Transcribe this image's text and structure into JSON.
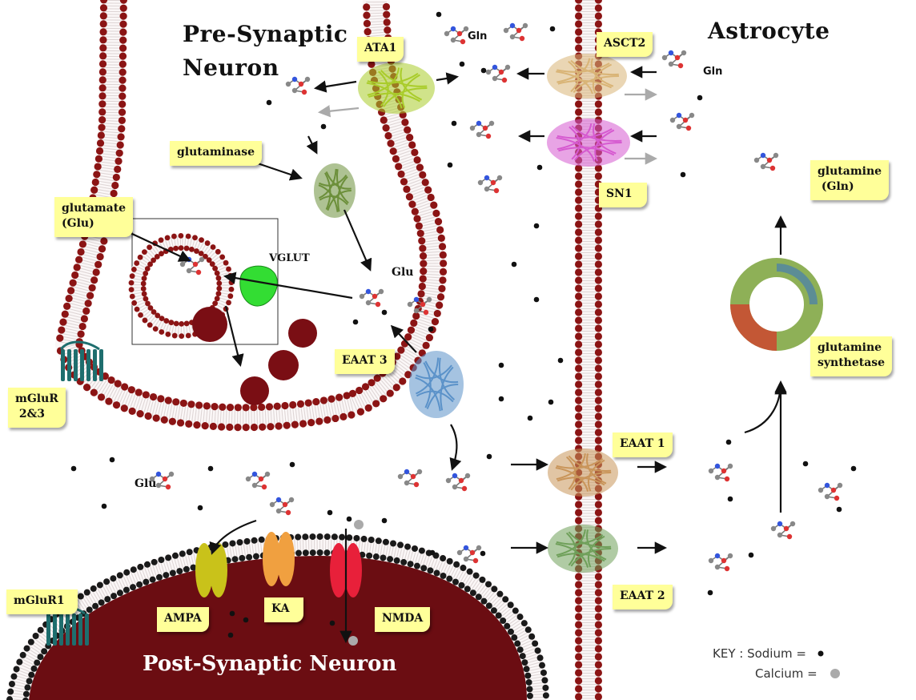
{
  "titles": {
    "pre_synaptic": "Pre-Synaptic\nNeuron",
    "astrocyte": "Astrocyte",
    "post_synaptic": "Post-Synaptic Neuron"
  },
  "callouts": {
    "ata1": "ATA1",
    "asct2": "ASCT2",
    "sn1": "SN1",
    "glutaminase": "glutaminase",
    "glutamate": "glutamate\n(Glu)",
    "eaat3": "EAAT 3",
    "eaat1": "EAAT 1",
    "eaat2": "EAAT 2",
    "glutamine": "glutamine\n (Gln)",
    "glutamine_synthetase": "glutamine\nsynthetase",
    "mglur23": "mGluR\n 2&3",
    "mglur1": "mGluR1",
    "ampa": "AMPA",
    "ka": "KA",
    "nmda": "NMDA"
  },
  "labels": {
    "gln_top": "Gln",
    "gln_right": "Gln",
    "glu_mid": "Glu",
    "glu_cleft": "Glu",
    "vglut": "VGLUT"
  },
  "key": {
    "sodium": "KEY : Sodium =",
    "calcium": "Calcium ="
  },
  "colors": {
    "membrane_head": "#8b1414",
    "post_membrane_head": "#1a1a1a",
    "post_interior": "#6b0d12",
    "callout_bg": "#ffff99",
    "vglut": "#33dd33",
    "ampa": "#c9c21a",
    "ka": "#f0a040",
    "nmda": "#e8203a",
    "mglur": "#1e6e6e",
    "sodium": "#111111",
    "calcium": "#aaaaaa"
  }
}
